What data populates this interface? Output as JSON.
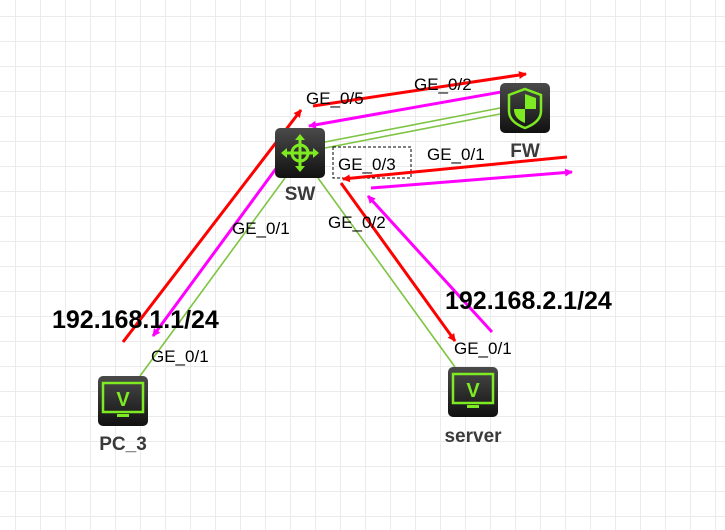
{
  "nodes": {
    "sw": {
      "name": "SW",
      "icon": "switch-icon"
    },
    "fw": {
      "name": "FW",
      "icon": "firewall-shield-icon"
    },
    "pc": {
      "name": "PC_3",
      "icon": "pc-monitor-icon"
    },
    "server": {
      "name": "server",
      "icon": "pc-monitor-icon"
    }
  },
  "ports": {
    "sw_fw_a": "GE_0/5",
    "fw_sw_a": "GE_0/2",
    "sw_fw_b": "GE_0/3",
    "fw_sw_b": "GE_0/1",
    "sw_pc": "GE_0/1",
    "sw_server": "GE_0/2",
    "pc_sw": "GE_0/1",
    "server_sw": "GE_0/1"
  },
  "ip_labels": {
    "pc": "192.168.1.1/24",
    "server": "192.168.2.1/24"
  },
  "colors": {
    "link": "#7cc442",
    "request_arrow": "#ff0000",
    "reply_arrow": "#ff00ff",
    "icon_green": "#7dea22",
    "grid": "#ebebeb"
  }
}
